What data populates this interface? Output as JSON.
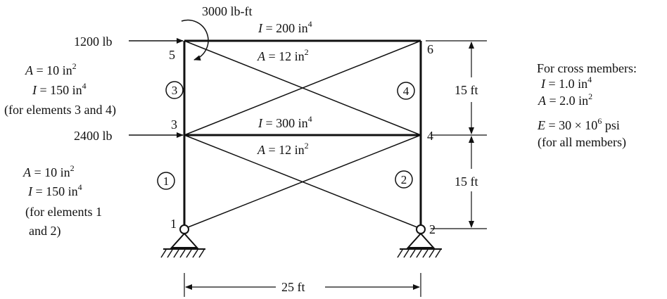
{
  "loads": {
    "moment": "3000 lb-ft",
    "top_force": "1200 lb",
    "mid_force": "2400 lb"
  },
  "nodes": {
    "n1": "1",
    "n2": "2",
    "n3": "3",
    "n4": "4",
    "n5": "5",
    "n6": "6"
  },
  "elements": {
    "e1": "1",
    "e2": "2",
    "e3": "3",
    "e4": "4"
  },
  "top_beam": {
    "I_sym": "I",
    "I_val": " = 200 in",
    "I_exp": "4",
    "A_sym": "A",
    "A_val": " = 12 in",
    "A_exp": "2"
  },
  "mid_beam": {
    "I_sym": "I",
    "I_val": " = 300 in",
    "I_exp": "4",
    "A_sym": "A",
    "A_val": " = 12 in",
    "A_exp": "2"
  },
  "upper_columns": {
    "A_sym": "A",
    "A_val": " = 10 in",
    "A_exp": "2",
    "I_sym": "I",
    "I_val": " = 150 in",
    "I_exp": "4",
    "note": "(for elements 3 and 4)"
  },
  "lower_columns": {
    "A_sym": "A",
    "A_val": " = 10 in",
    "A_exp": "2",
    "I_sym": "I",
    "I_val": " = 150 in",
    "I_exp": "4",
    "note_line1": "(for elements 1",
    "note_line2": "and 2)"
  },
  "cross_members": {
    "title": "For cross members:",
    "I_sym": "I",
    "I_val": " = 1.0 in",
    "I_exp": "4",
    "A_sym": "A",
    "A_val": " = 2.0 in",
    "A_exp": "2"
  },
  "modulus": {
    "E_sym": "E",
    "E_val": " = 30 × 10",
    "E_exp": "6",
    "E_unit": " psi",
    "note": "(for all members)"
  },
  "dimensions": {
    "upper_height": "15 ft",
    "lower_height": "15 ft",
    "span": "25 ft"
  }
}
